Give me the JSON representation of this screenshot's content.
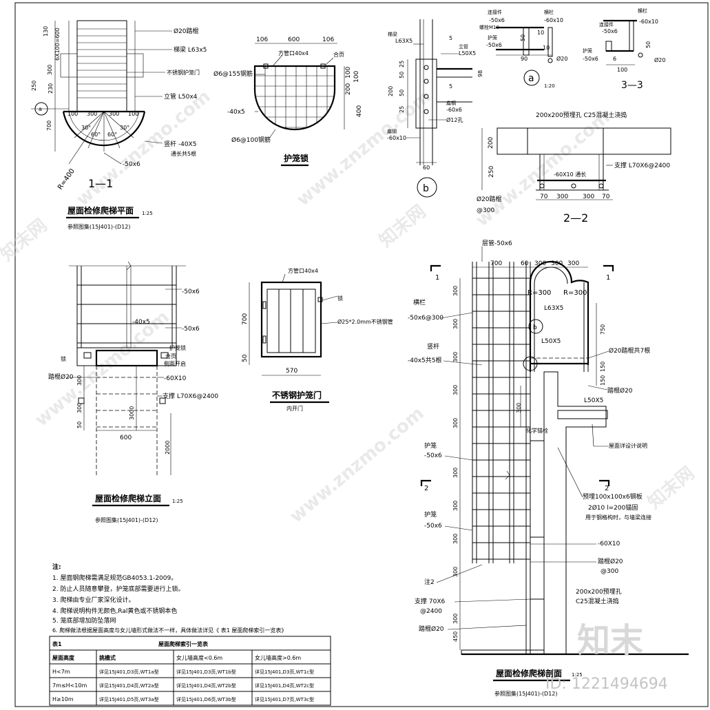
{
  "plan_view": {
    "title": "屋面检修爬梯平面",
    "scale": "1:25",
    "ref": "参照图集(15J401)-(D12)",
    "section_mark": "1—1",
    "axis_mark": "a",
    "dims_left": [
      "130",
      "6X100=600",
      "250",
      "300",
      "230",
      "700"
    ],
    "dims_bottom": [
      "100",
      "300",
      "300",
      "100"
    ],
    "radius": "R=400",
    "labels": [
      "Ø20踏棍",
      "梯梁 L63x5",
      "不锈钢护笼门",
      "立管 L50x4",
      "竖杆 -40X5",
      "通长共5根",
      "-50x6"
    ],
    "angle_labels": [
      "30°",
      "60°",
      "60°",
      "30°"
    ]
  },
  "cage_lock": {
    "title": "护笼锁",
    "dims_top": [
      "106",
      "600",
      "106"
    ],
    "dims_right": [
      "100",
      "200",
      "100",
      "400"
    ],
    "labels": [
      "方管口40x4",
      "合页",
      "Ø6@155钢筋",
      "-40x5",
      "Ø6@100钢筋"
    ]
  },
  "detail_b": {
    "mark": "b",
    "labels": [
      "梯梁",
      "L63X5",
      "立管",
      "L50X5",
      "扁钢",
      "-60x6",
      "Ø12孔",
      "-60x10"
    ],
    "dims": [
      "25",
      "50",
      "50",
      "25",
      "200",
      "98",
      "5",
      "5",
      "60"
    ]
  },
  "detail_a": {
    "mark": "a",
    "scale": "1:20",
    "labels": [
      "连接件",
      "-50x6",
      "螺栓M10",
      "护笼",
      "-50x6",
      "横栏",
      "-60x10",
      "Ø20"
    ],
    "dims": [
      "50",
      "10",
      "90",
      "10"
    ]
  },
  "section_33": {
    "mark": "3—3",
    "labels": [
      "连接件",
      "-50x6",
      "横栏",
      "-60x10",
      "护笼",
      "-50x6",
      "Ø20"
    ],
    "dims": [
      "100",
      "50",
      "6"
    ]
  },
  "section_22": {
    "mark": "2—2",
    "labels": [
      "200x200预埋孔 C25混凝土浇捣",
      "支撑 L70X6@2400",
      "-60X10 通长",
      "Ø20踏棍",
      "@300"
    ],
    "dims_left": [
      "200",
      "250"
    ],
    "dims_bottom": [
      "70",
      "300",
      "300",
      "70"
    ]
  },
  "elevation": {
    "title": "屋面检修爬梯立面",
    "scale": "1:25",
    "ref": "参照图集(15J401)-(D12)",
    "labels": [
      "-50x6",
      "-40x5",
      "-50x6",
      "护笼锁",
      "合页",
      "侧面开启",
      "锁",
      "踏棍Ø20",
      "-60X10",
      "支撑 L70X6@2400"
    ],
    "dims": [
      "300",
      "300",
      "3000",
      "2000",
      "300",
      "50",
      "600"
    ]
  },
  "door": {
    "title": "不锈钢护笼门",
    "subtitle": "内开门",
    "labels": [
      "方管口40x4",
      "锁",
      "Ø25*2.0mm不锈钢管"
    ],
    "dims": [
      "700",
      "50",
      "570"
    ]
  },
  "section_view": {
    "title": "屋面检修爬梯剖面",
    "scale": "1:25",
    "ref": "参照图集(15J401)-(D12)",
    "top_label": "层管-50x6",
    "dims_top": [
      "700",
      "60",
      "300",
      "300",
      "300"
    ],
    "radius_labels": [
      "R=300",
      "R=300"
    ],
    "labels_left": [
      "横栏",
      "-50x6@300",
      "竖杆",
      "-40x5共5根",
      "护笼",
      "-50x6",
      "护笼",
      "-50x6",
      "注2",
      "支撑 70X6",
      "@2400",
      "踏棍Ø20"
    ],
    "labels_right": [
      "L63X5",
      "L50X5",
      "Ø20踏棍共7根",
      "踏棍Ø20",
      "L50X5",
      "屋面详设计说明",
      "预埋100x100x6钢板",
      "2Ø10 l=200锚固",
      "用于钢格构时，与墙梁连接",
      "-60X10",
      "踏棍Ø20",
      "@300",
      "200x200预埋孔",
      "C25混凝土浇捣"
    ],
    "inner_label": "化学锚栓",
    "section_marks": [
      "1",
      "1",
      "2",
      "2"
    ],
    "dims_vertical": [
      "300",
      "300",
      "300",
      "300",
      "300",
      "300",
      "300",
      "300",
      "300",
      "750",
      "150",
      "150",
      "300",
      "450",
      "300"
    ],
    "detail_mark": "b"
  },
  "notes": {
    "heading": "注:",
    "items": [
      "1. 屋面钢爬梯需满足规范GB4053.1-2009。",
      "2. 防止人员随意攀登，护笼底部需要进行上锁。",
      "3. 爬梯由专业厂家深化设计。",
      "4. 爬梯说明构件无颜色,Ral黄色或不锈钢本色",
      "5. 笼底部增加防坠落网",
      "6. 爬梯做法根据屋面高度与女儿墙形式做法不一样，具体做法详见《 表1 屋面爬梯索引一览表》"
    ]
  },
  "table": {
    "caption": "表1",
    "title": "屋面爬梯索引一览表",
    "headers": [
      "屋面高度",
      "挑檐式",
      "女儿墙高度<0.6m",
      "女儿墙高度>0.6m"
    ],
    "rows": [
      [
        "H<7m",
        "详见15J401,D3页,WT1a型",
        "详见15J401,D3页,WT1b型",
        "详见15J401,D3页,WT1c型"
      ],
      [
        "7m≤H<10m",
        "详见15J401,D4页,WT2a型",
        "详见15J401,D4页,WT2b型",
        "详见15J401,D4页,WT2c型"
      ],
      [
        "H≥10m",
        "详见15J401,D5页,WT3a型",
        "详见15J401,D6页,WT3b型",
        "详见15J401,D7页,WT3c型"
      ]
    ]
  },
  "watermark": {
    "site": "www.znzmo.com",
    "brand": "知末网",
    "logo": "知末",
    "id": "ID: 1221494694"
  }
}
